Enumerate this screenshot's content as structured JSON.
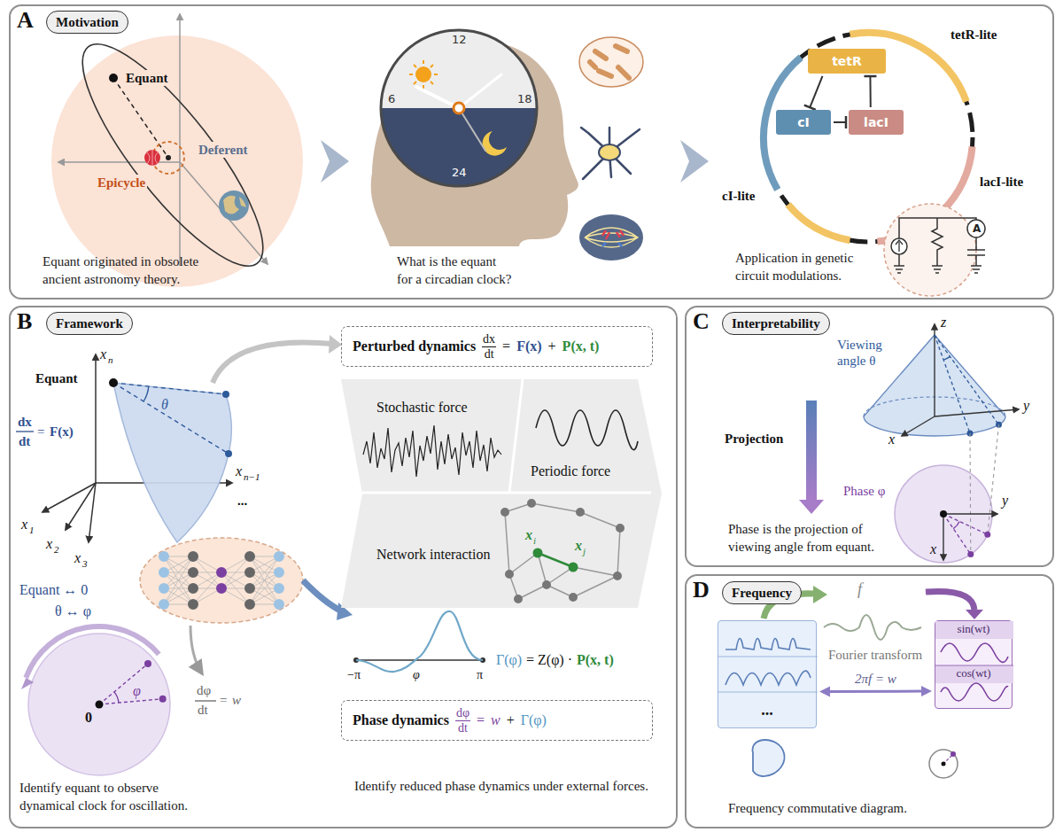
{
  "diagram": {
    "nodes": [
      {
        "text": [
          "A"
        ]
      },
      {
        "text": [
          "Motivation"
        ],
        "in": 0
      },
      {
        "text": [
          "tetR"
        ],
        "in": 0
      },
      {
        "text": [
          "cI"
        ],
        "in": 0
      },
      {
        "text": [
          "lacI"
        ],
        "in": 0
      },
      {
        "text": [
          "B"
        ]
      },
      {
        "text": [
          "Framework"
        ],
        "in": 5
      },
      {
        "text": [
          "Perturbed dynamics",
          "dx",
          "dt",
          "=",
          "F(x)",
          "+",
          "P(x, t)"
        ],
        "in": 5
      },
      {
        "text": [
          "Stochastic force",
          "Periodic force",
          "Network interaction",
          "x",
          "i",
          "x",
          "j"
        ],
        "in": 5
      },
      {
        "text": [
          "Phase dynamics",
          "dφ",
          "dt",
          "=",
          "w",
          "+",
          "Γ(φ)"
        ],
        "in": 5
      },
      {
        "text": [
          "C"
        ]
      },
      {
        "text": [
          "Interpretability"
        ],
        "in": 10
      },
      {
        "text": [
          "D"
        ]
      },
      {
        "text": [
          "Frequency"
        ],
        "in": 12
      },
      {
        "text": [
          "..."
        ],
        "in": 12
      },
      {
        "text": [
          "sin(wt)",
          "cos(wt)"
        ],
        "in": 12
      }
    ],
    "edges": [
      {
        "from": 2,
        "to": 3,
        "arrow": "to"
      },
      {
        "from": 3,
        "to": 4,
        "arrow": "to"
      },
      {
        "from": 4,
        "to": 2,
        "arrow": "to"
      },
      {
        "from": 14,
        "to": 15,
        "label": "2πf = w",
        "arrow": "both"
      }
    ],
    "labels": [
      "Equant",
      "Epicycle",
      "Deferent",
      "Equant originated in obsolete ancient astronomy theory.",
      "12",
      "6",
      "18",
      "24",
      "What is the equant for a circadian clock?",
      "tetR-lite",
      "cI-lite",
      "lacI-lite",
      "A",
      "Application in genetic circuit modulations.",
      "Equant",
      "x",
      "n",
      "dx",
      "dt",
      "=",
      "F(x)",
      "θ",
      "x",
      "n−1",
      "x",
      "1",
      "x",
      "2",
      "x",
      "3",
      "...",
      "Equant ↔ 0",
      "θ ↔ φ",
      "0",
      "φ",
      "dφ",
      "dt",
      "=",
      "w",
      "Identify equant to observe dynamical clock for oscillation.",
      "Γ(φ)",
      "= Z(φ) ·",
      "P(x, t)",
      "−π",
      "φ",
      "π",
      "Identify reduced phase dynamics under external forces.",
      "z",
      "Viewing angle θ",
      "x",
      "y",
      "Projection",
      "Phase φ",
      "y",
      "x",
      "Phase is the projection of viewing angle from equant.",
      "f",
      "Fourier transform",
      "Frequency commutative diagram."
    ]
  }
}
